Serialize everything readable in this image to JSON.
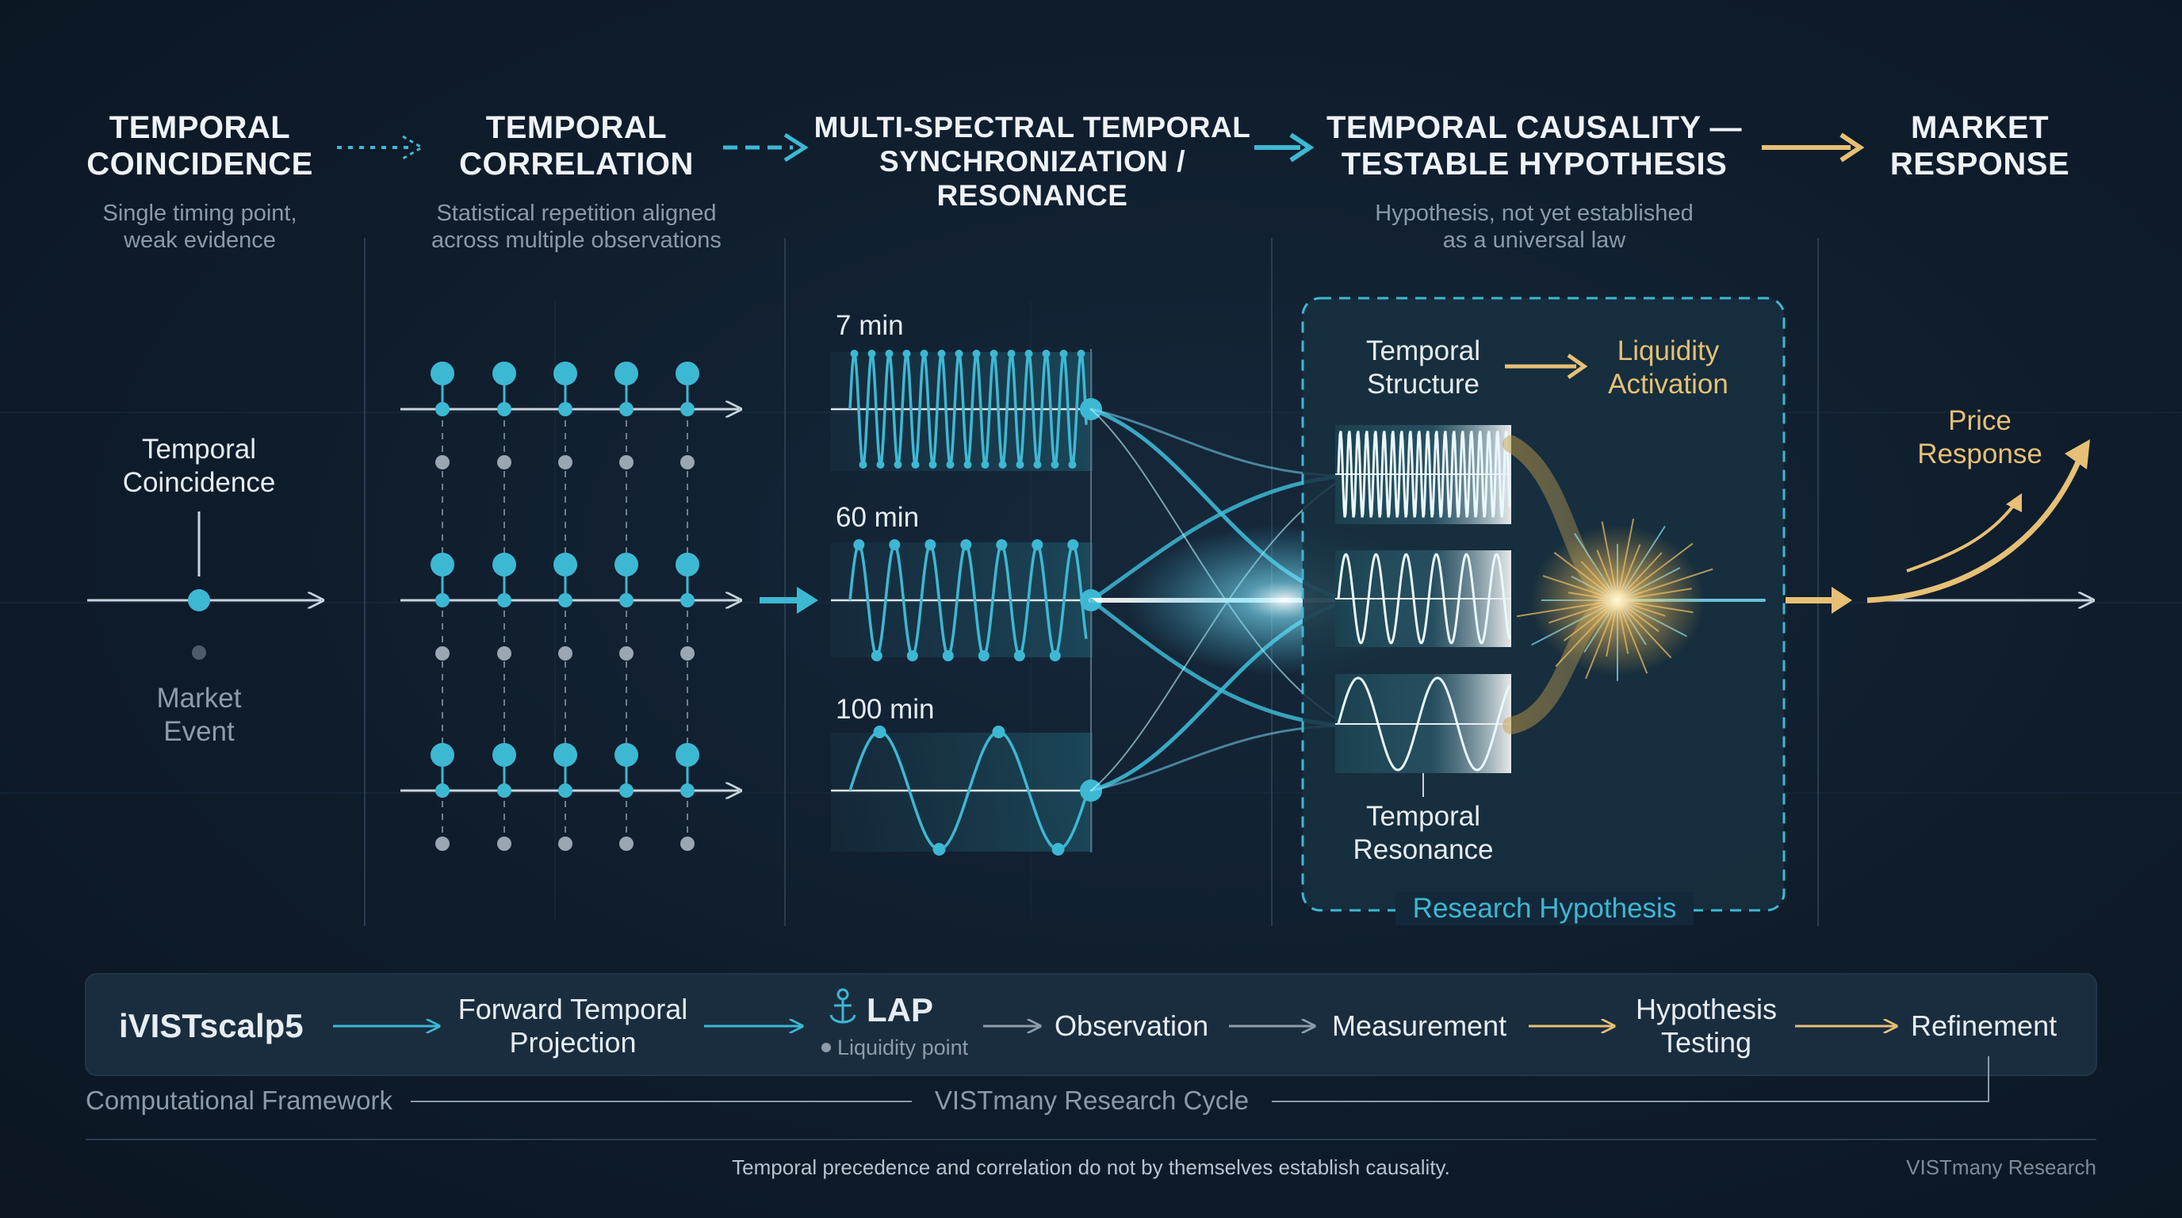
{
  "stages": [
    {
      "title_line1": "TEMPORAL",
      "title_line2": "COINCIDENCE",
      "subtitle_line1": "Single timing point,",
      "subtitle_line2": "weak evidence"
    },
    {
      "title_line1": "TEMPORAL",
      "title_line2": "CORRELATION",
      "subtitle_line1": "Statistical repetition aligned",
      "subtitle_line2": "across multiple observations"
    },
    {
      "title_line1": "MULTI-SPECTRAL TEMPORAL",
      "title_line2": "SYNCHRONIZATION /",
      "title_line3": "RESONANCE"
    },
    {
      "title_line1": "TEMPORAL CAUSALITY —",
      "title_line2": "TESTABLE HYPOTHESIS",
      "subtitle_line1": "Hypothesis, not yet established",
      "subtitle_line2": "as a universal law"
    },
    {
      "title_line1": "MARKET",
      "title_line2": "RESPONSE"
    }
  ],
  "coincidence": {
    "label_line1": "Temporal",
    "label_line2": "Coincidence",
    "event_line1": "Market",
    "event_line2": "Event"
  },
  "wave_labels": [
    "7 min",
    "60 min",
    "100 min"
  ],
  "hypothesis": {
    "structure_line1": "Temporal",
    "structure_line2": "Structure",
    "liquidity_line1": "Liquidity",
    "liquidity_line2": "Activation",
    "resonance_line1": "Temporal",
    "resonance_line2": "Resonance",
    "box_label": "Research Hypothesis"
  },
  "price": {
    "line1": "Price",
    "line2": "Response"
  },
  "cycle_bar": {
    "framework": "iVISTscalp5",
    "forward_line1": "Forward Temporal",
    "forward_line2": "Projection",
    "lap": "LAP",
    "lap_sub": "Liquidity point",
    "observation": "Observation",
    "measurement": "Measurement",
    "hypothesis_line1": "Hypothesis",
    "hypothesis_line2": "Testing",
    "refinement": "Refinement"
  },
  "labels": {
    "computational": "Computational Framework",
    "research_cycle": "VISTmany Research Cycle"
  },
  "footer": {
    "disclaimer": "Temporal precedence and correlation do not by themselves establish causality.",
    "brand": "VISTmany Research"
  },
  "colors": {
    "background": "#0f1c2b",
    "accent_cyan": "#3db8d3",
    "accent_gold": "#e6c075",
    "text": "#eef3f8",
    "muted": "#8b9aaa"
  },
  "icons": [
    "dotted-arrow-icon",
    "dashed-arrow-icon",
    "solid-arrow-icon",
    "gold-arrow-icon",
    "anchor-icon",
    "price-up-arrow-icon"
  ]
}
